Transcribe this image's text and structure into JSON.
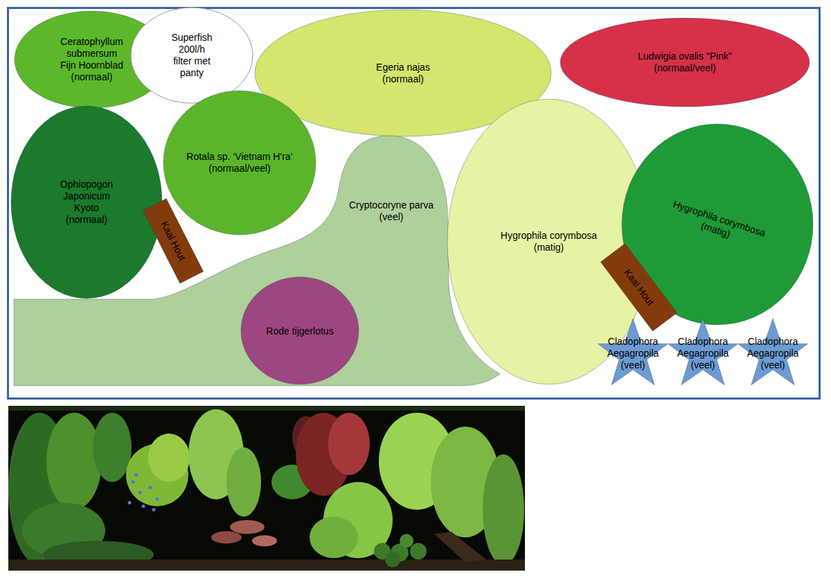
{
  "diagram": {
    "nodes": [
      {
        "text": [
          "Ceratophyllum submersum",
          "Fijn Hoornblad",
          "(normaal)"
        ]
      },
      {
        "text": [
          "Superfish 200l/h filter met panty"
        ]
      },
      {
        "text": [
          "Egeria najas",
          "(normaal)"
        ]
      },
      {
        "text": [
          "Ludwigia ovalis \"Pink\"",
          "(normaal/veel)"
        ]
      },
      {
        "text": [
          "Ophiopogon Japonicum Kyoto",
          "(normaal)"
        ]
      },
      {
        "text": [
          "Rotala sp. ‘Vietnam H'ra’",
          "(normaal/veel)"
        ]
      },
      {
        "text": [
          "Cryptocoryne parva",
          "(veel)"
        ]
      },
      {
        "text": [
          "Hygrophila corymbosa",
          "(matig)"
        ]
      },
      {
        "text": [
          "Hygrophila corymbosa",
          "(matig)"
        ]
      },
      {
        "text": [
          "Kaal Hout"
        ]
      },
      {
        "text": [
          "Kaal Hout"
        ]
      },
      {
        "text": [
          "Rode tijgerlotus"
        ],
        "in": 6
      },
      {
        "text": [
          "Cladophora Aegagropila",
          "(veel)"
        ]
      },
      {
        "text": [
          "Cladophora Aegagropila",
          "(veel)"
        ]
      },
      {
        "text": [
          "Cladophora Aegagropila",
          "(veel)"
        ]
      }
    ]
  }
}
